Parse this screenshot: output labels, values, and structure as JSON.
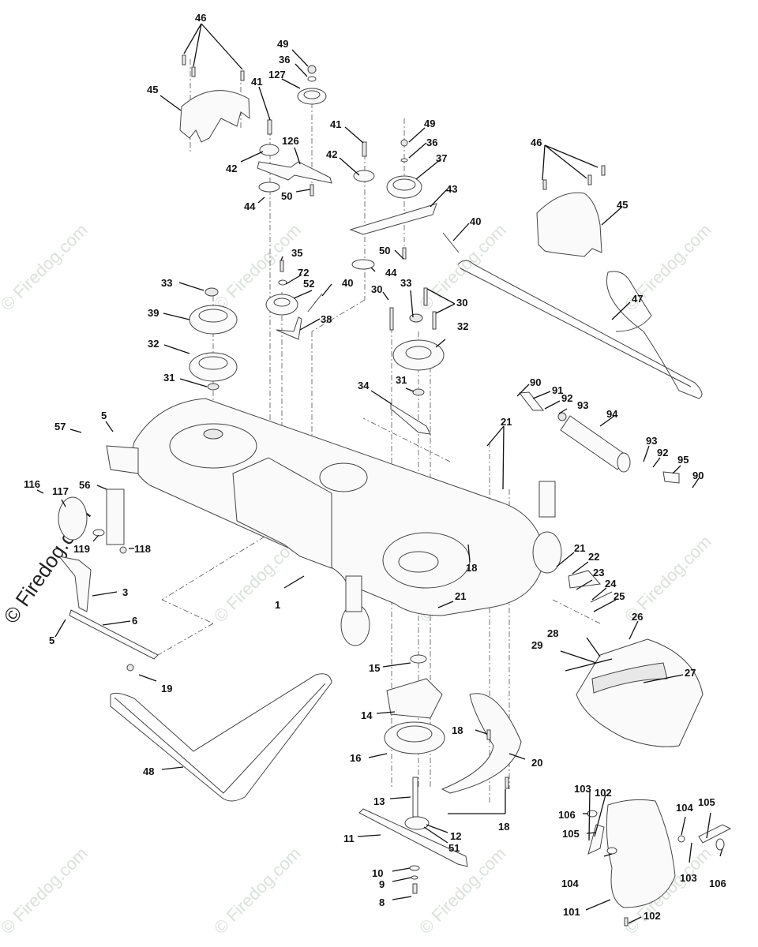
{
  "diagram": {
    "title": "Mower Deck Exploded Parts Diagram",
    "watermark_text": "© Firedog.com",
    "side_watermark_text": "© Firedog.com",
    "callouts": [
      {
        "id": "c46a",
        "label": "46"
      },
      {
        "id": "c45a",
        "label": "45"
      },
      {
        "id": "c49a",
        "label": "49"
      },
      {
        "id": "c36a",
        "label": "36"
      },
      {
        "id": "c127",
        "label": "127"
      },
      {
        "id": "c41a",
        "label": "41"
      },
      {
        "id": "c126",
        "label": "126"
      },
      {
        "id": "c42a",
        "label": "42"
      },
      {
        "id": "c50a",
        "label": "50"
      },
      {
        "id": "c44a",
        "label": "44"
      },
      {
        "id": "c41b",
        "label": "41"
      },
      {
        "id": "c42b",
        "label": "42"
      },
      {
        "id": "c49b",
        "label": "49"
      },
      {
        "id": "c36b",
        "label": "36"
      },
      {
        "id": "c37",
        "label": "37"
      },
      {
        "id": "c43",
        "label": "43"
      },
      {
        "id": "c40a",
        "label": "40"
      },
      {
        "id": "c50b",
        "label": "50"
      },
      {
        "id": "c44b",
        "label": "44"
      },
      {
        "id": "c46b",
        "label": "46"
      },
      {
        "id": "c45b",
        "label": "45"
      },
      {
        "id": "c47",
        "label": "47"
      },
      {
        "id": "c35",
        "label": "35"
      },
      {
        "id": "c72",
        "label": "72"
      },
      {
        "id": "c52",
        "label": "52"
      },
      {
        "id": "c40b",
        "label": "40"
      },
      {
        "id": "c38",
        "label": "38"
      },
      {
        "id": "c33a",
        "label": "33"
      },
      {
        "id": "c39",
        "label": "39"
      },
      {
        "id": "c32a",
        "label": "32"
      },
      {
        "id": "c31a",
        "label": "31"
      },
      {
        "id": "c30a",
        "label": "30"
      },
      {
        "id": "c33b",
        "label": "33"
      },
      {
        "id": "c30b",
        "label": "30"
      },
      {
        "id": "c32b",
        "label": "32"
      },
      {
        "id": "c31b",
        "label": "31"
      },
      {
        "id": "c34",
        "label": "34"
      },
      {
        "id": "c90a",
        "label": "90"
      },
      {
        "id": "c91",
        "label": "91"
      },
      {
        "id": "c92a",
        "label": "92"
      },
      {
        "id": "c93a",
        "label": "93"
      },
      {
        "id": "c94",
        "label": "94"
      },
      {
        "id": "c93b",
        "label": "93"
      },
      {
        "id": "c92b",
        "label": "92"
      },
      {
        "id": "c95",
        "label": "95"
      },
      {
        "id": "c90b",
        "label": "90"
      },
      {
        "id": "c21a",
        "label": "21"
      },
      {
        "id": "c57",
        "label": "57"
      },
      {
        "id": "c5a",
        "label": "5"
      },
      {
        "id": "c116",
        "label": "116"
      },
      {
        "id": "c117",
        "label": "117"
      },
      {
        "id": "c56",
        "label": "56"
      },
      {
        "id": "c119",
        "label": "119"
      },
      {
        "id": "c118",
        "label": "118"
      },
      {
        "id": "c3",
        "label": "3"
      },
      {
        "id": "c6",
        "label": "6"
      },
      {
        "id": "c5b",
        "label": "5"
      },
      {
        "id": "c19",
        "label": "19"
      },
      {
        "id": "c1",
        "label": "1"
      },
      {
        "id": "c18a",
        "label": "18"
      },
      {
        "id": "c21b",
        "label": "21"
      },
      {
        "id": "c21c",
        "label": "21"
      },
      {
        "id": "c22",
        "label": "22"
      },
      {
        "id": "c23",
        "label": "23"
      },
      {
        "id": "c24",
        "label": "24"
      },
      {
        "id": "c25",
        "label": "25"
      },
      {
        "id": "c26",
        "label": "26"
      },
      {
        "id": "c28",
        "label": "28"
      },
      {
        "id": "c29",
        "label": "29"
      },
      {
        "id": "c27",
        "label": "27"
      },
      {
        "id": "c15",
        "label": "15"
      },
      {
        "id": "c14",
        "label": "14"
      },
      {
        "id": "c16",
        "label": "16"
      },
      {
        "id": "c18b",
        "label": "18"
      },
      {
        "id": "c20",
        "label": "20"
      },
      {
        "id": "c48",
        "label": "48"
      },
      {
        "id": "c13",
        "label": "13"
      },
      {
        "id": "c18c",
        "label": "18"
      },
      {
        "id": "c12",
        "label": "12"
      },
      {
        "id": "c51",
        "label": "51"
      },
      {
        "id": "c11",
        "label": "11"
      },
      {
        "id": "c10",
        "label": "10"
      },
      {
        "id": "c9",
        "label": "9"
      },
      {
        "id": "c8",
        "label": "8"
      },
      {
        "id": "c103a",
        "label": "103"
      },
      {
        "id": "c102a",
        "label": "102"
      },
      {
        "id": "c106a",
        "label": "106"
      },
      {
        "id": "c105a",
        "label": "105"
      },
      {
        "id": "c104a",
        "label": "104"
      },
      {
        "id": "c105b",
        "label": "105"
      },
      {
        "id": "c104b",
        "label": "104"
      },
      {
        "id": "c103b",
        "label": "103"
      },
      {
        "id": "c106b",
        "label": "106"
      },
      {
        "id": "c101",
        "label": "101"
      },
      {
        "id": "c102b",
        "label": "102"
      }
    ]
  }
}
